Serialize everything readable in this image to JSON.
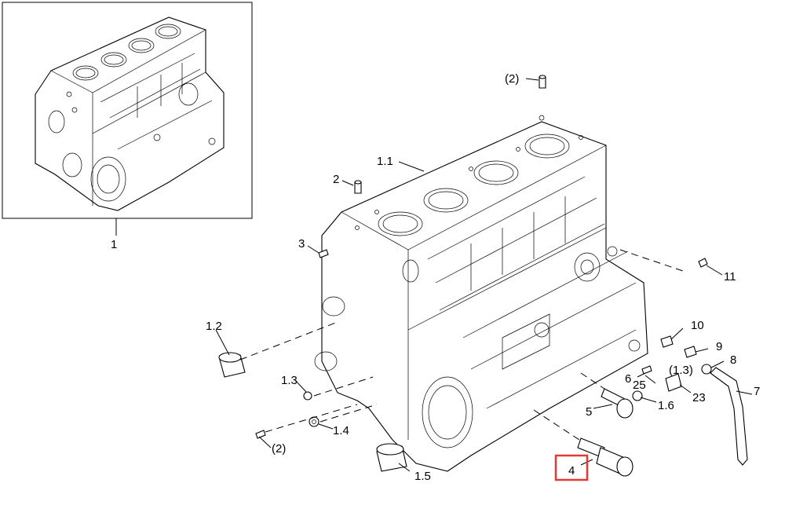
{
  "callouts": {
    "c1": "1",
    "c1_1": "1.1",
    "c1_2": "1.2",
    "c1_3_left": "1.3",
    "c1_3_right": "(1.3)",
    "c1_4": "1.4",
    "c1_5": "1.5",
    "c1_6": "1.6",
    "c2": "2",
    "c2_top": "(2)",
    "c2_bottom": "(2)",
    "c3": "3",
    "c4": "4",
    "c5": "5",
    "c6": "6",
    "c7": "7",
    "c8": "8",
    "c9": "9",
    "c10": "10",
    "c11": "11",
    "c23": "23",
    "c25": "25"
  },
  "highlight": {
    "callout": "4",
    "color": "#e53935"
  }
}
